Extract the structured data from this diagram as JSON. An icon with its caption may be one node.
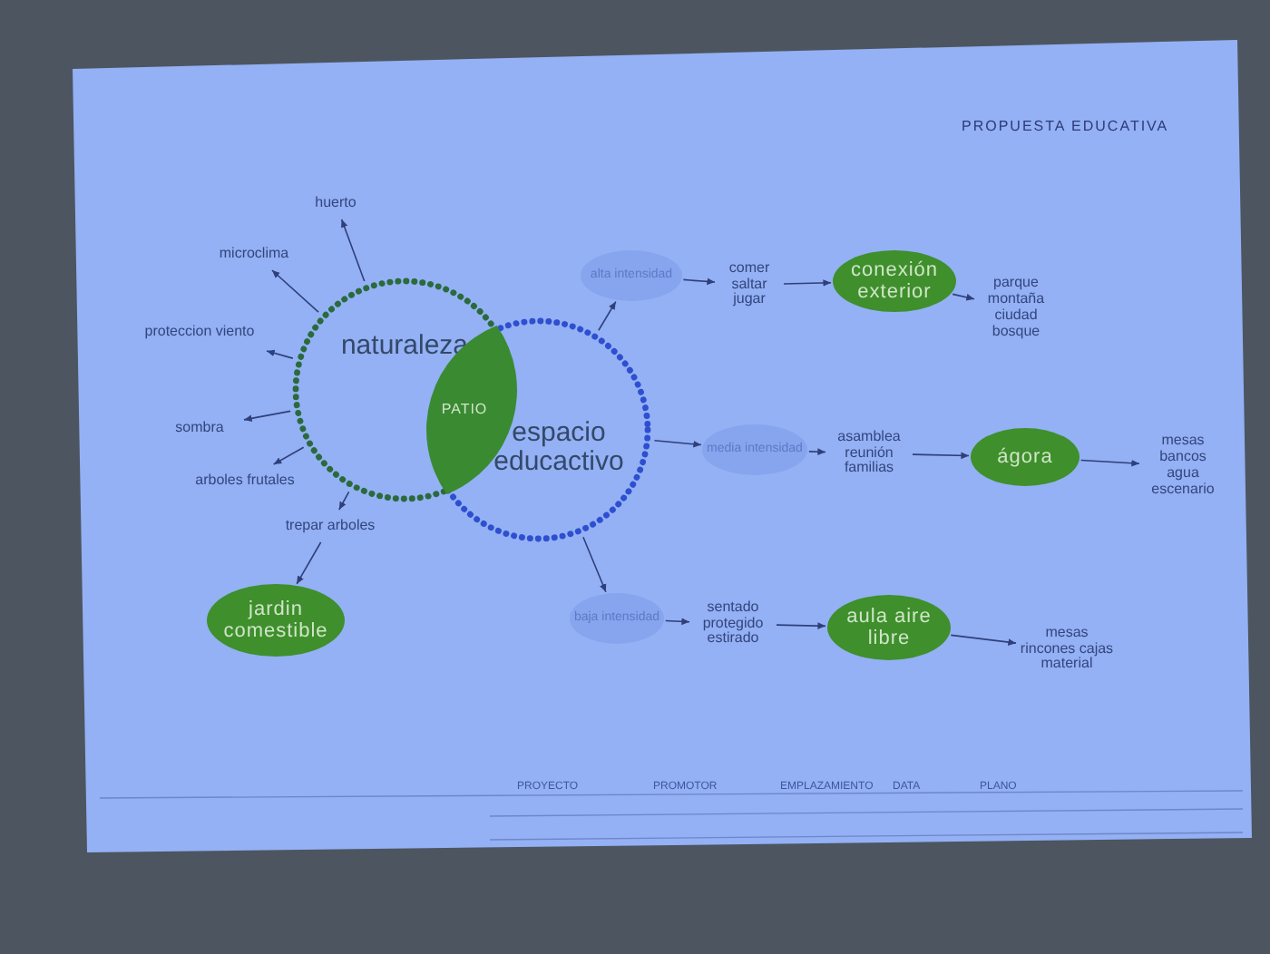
{
  "diagram": {
    "title": "PROPUESTA EDUCATIVA",
    "nodes": [
      {
        "text": [
          "naturaleza"
        ]
      },
      {
        "text": [
          "espacio educactivo"
        ]
      },
      {
        "text": [
          "PATIO"
        ]
      },
      {
        "text": [
          "huerto"
        ]
      },
      {
        "text": [
          "microclima"
        ]
      },
      {
        "text": [
          "proteccion viento"
        ]
      },
      {
        "text": [
          "sombra"
        ]
      },
      {
        "text": [
          "arboles frutales"
        ]
      },
      {
        "text": [
          "trepar arboles"
        ]
      },
      {
        "text": [
          "jardin comestible"
        ]
      },
      {
        "text": [
          "alta intensidad"
        ]
      },
      {
        "text": [
          "comer saltar jugar"
        ]
      },
      {
        "text": [
          "conexión exterior"
        ]
      },
      {
        "text": [
          "parque montaña ciudad bosque"
        ]
      },
      {
        "text": [
          "media intensidad"
        ]
      },
      {
        "text": [
          "asamblea reunión familias"
        ]
      },
      {
        "text": [
          "ágora"
        ]
      },
      {
        "text": [
          "mesas bancos agua escenario"
        ]
      },
      {
        "text": [
          "baja intensidad"
        ]
      },
      {
        "text": [
          "sentado protegido estirado"
        ]
      },
      {
        "text": [
          "aula aire libre"
        ]
      },
      {
        "text": [
          "mesas rincones cajas material"
        ]
      }
    ],
    "edges": [
      {
        "from": 0,
        "to": 3,
        "arrow": "to"
      },
      {
        "from": 0,
        "to": 4,
        "arrow": "to"
      },
      {
        "from": 0,
        "to": 5,
        "arrow": "to"
      },
      {
        "from": 0,
        "to": 6,
        "arrow": "to"
      },
      {
        "from": 0,
        "to": 7,
        "arrow": "to"
      },
      {
        "from": 0,
        "to": 8,
        "arrow": "to"
      },
      {
        "from": 8,
        "to": 9,
        "arrow": "to"
      },
      {
        "from": 1,
        "to": 10,
        "arrow": "to"
      },
      {
        "from": 1,
        "to": 14,
        "arrow": "to"
      },
      {
        "from": 1,
        "to": 18,
        "arrow": "to"
      },
      {
        "from": 10,
        "to": 11,
        "arrow": "to"
      },
      {
        "from": 11,
        "to": 12,
        "arrow": "to"
      },
      {
        "from": 12,
        "to": 13,
        "arrow": "to"
      },
      {
        "from": 14,
        "to": 15,
        "arrow": "to"
      },
      {
        "from": 15,
        "to": 16,
        "arrow": "to"
      },
      {
        "from": 16,
        "to": 17,
        "arrow": "to"
      },
      {
        "from": 18,
        "to": 19,
        "arrow": "to"
      },
      {
        "from": 19,
        "to": 20,
        "arrow": "to"
      },
      {
        "from": 20,
        "to": 21,
        "arrow": "to"
      }
    ],
    "labels": [
      "PROYECTO",
      "PROMOTOR",
      "EMPLAZAMIENTO",
      "DATA",
      "PLANO"
    ]
  }
}
